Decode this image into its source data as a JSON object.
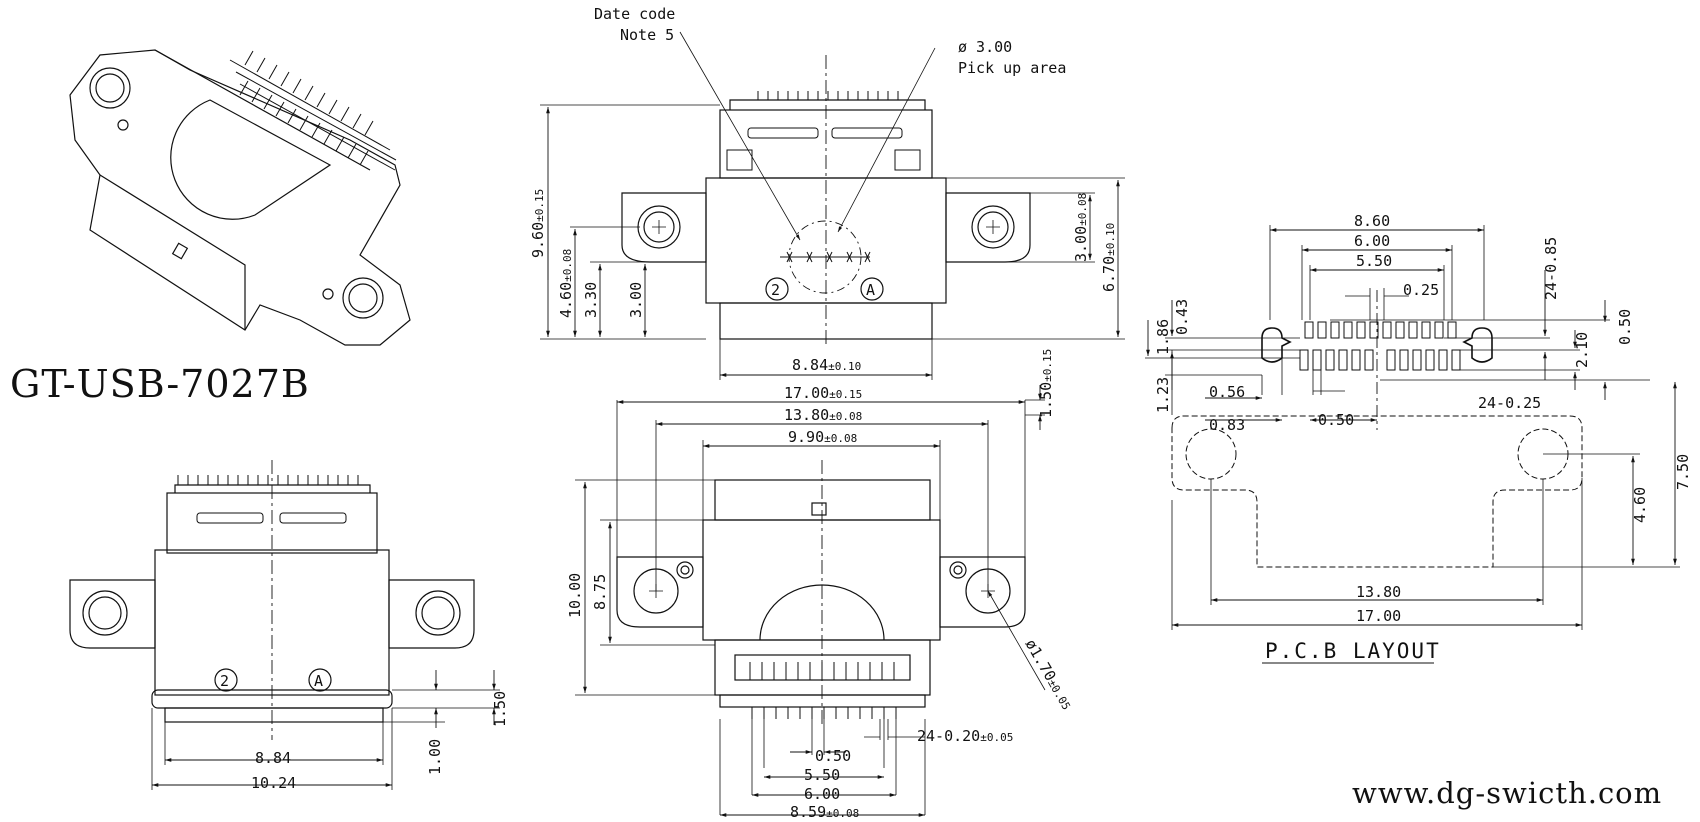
{
  "part_number": "GT-USB-7027B",
  "website": "www.dg-swicth.com",
  "notes": {
    "date_code": "Date code",
    "note5": "Note 5",
    "pickup_dia": "ø 3.00",
    "pickup_area": "Pick up area"
  },
  "pcb_layout_label": "P.C.B LAYOUT",
  "top_view": {
    "height_total": "9.60",
    "height_total_tol": "±0.15",
    "ear_height": "4.60",
    "ear_height_tol": "±0.08",
    "dim_330": "3.30",
    "dim_300": "3.00",
    "hole_dia": "3.00",
    "hole_dia_tol": "±0.08",
    "right_height": "6.70",
    "right_height_tol": "±0.10",
    "width": "8.84",
    "width_tol": "±0.10",
    "marker2": "2",
    "markerA": "A"
  },
  "front_view": {
    "w1700": "17.00",
    "w1700_tol": "±0.15",
    "w1380": "13.80",
    "w1380_tol": "±0.08",
    "w990": "9.90",
    "w990_tol": "±0.08",
    "side150": "1.50",
    "side150_tol": "±0.15",
    "h1000": "10.00",
    "h875": "8.75",
    "hole_dia": "ø1.70",
    "hole_dia_tol": "±0.05",
    "pins": "24-0.20",
    "pins_tol": "±0.05",
    "b050": "0.50",
    "b550": "5.50",
    "b600": "6.00",
    "b859": "8.59",
    "b859_tol": "±0.08"
  },
  "side_view": {
    "w884": "8.84",
    "w1024": "10.24",
    "h150": "1.50",
    "h100": "1.00",
    "marker2": "2",
    "markerA": "A"
  },
  "pcb": {
    "d860": "8.60",
    "d600": "6.00",
    "d550": "5.50",
    "d025": "0.25",
    "d24_085": "24-0.85",
    "d043": "0.43",
    "d186": "1.86",
    "d123": "1.23",
    "d056": "0.56",
    "d083": "0.83",
    "d050a": "0.50",
    "d24_025": "24-0.25",
    "d210": "2.10",
    "d050b": "0.50",
    "d750": "7.50",
    "d460": "4.60",
    "d1380": "13.80",
    "d1700": "17.00"
  }
}
